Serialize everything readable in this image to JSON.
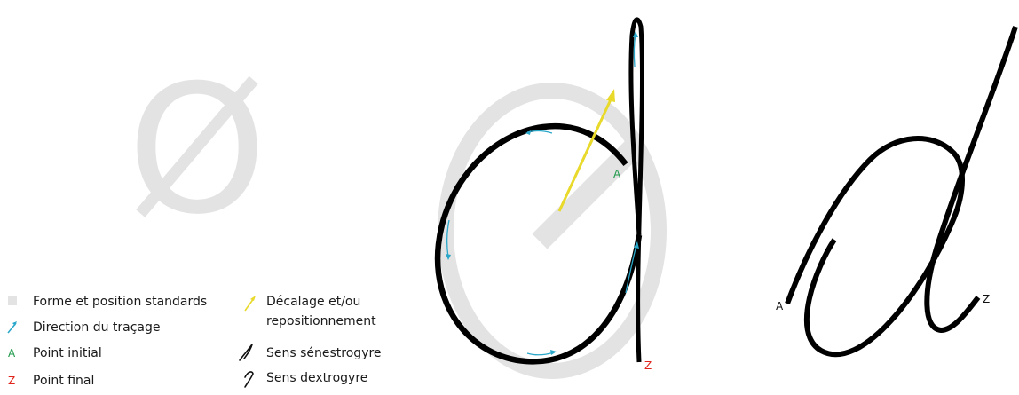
{
  "symbol": "Ø",
  "legend": {
    "standard_shape": "Forme et position standards",
    "direction": "Direction du traçage",
    "start_point": "Point initial",
    "end_point": "Point final",
    "offset_line1": "Décalage et/ou",
    "offset_line2": "repositionnement",
    "ccw": "Sens sénestrogyre",
    "cw": "Sens dextrogyre"
  },
  "markers": {
    "start": "A",
    "end": "Z"
  },
  "colors": {
    "standard_shape": "#e3e3e3",
    "stroke": "#000000",
    "direction": "#2aa7c9",
    "offset": "#e8d92a",
    "start": "#1f9a4b",
    "end": "#e0241b"
  }
}
